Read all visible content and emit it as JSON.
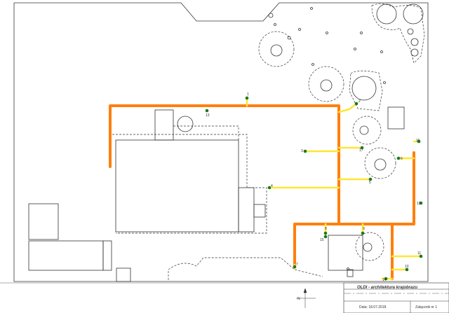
{
  "title_block": {
    "project": "OLDI - architektura krajobrazu",
    "date": "Data: 18.07.2018",
    "attachment": "Załącznik nr 1"
  },
  "north_label": "N",
  "colors": {
    "main_line": "#ff7f0e",
    "branch_line": "#ffe633",
    "point": "#1a7a1a",
    "outline": "#333333"
  },
  "points": [
    {
      "id": "1",
      "label": "1"
    },
    {
      "id": "2",
      "label": "2"
    },
    {
      "id": "3",
      "label": "3"
    },
    {
      "id": "4",
      "label": "4"
    },
    {
      "id": "5",
      "label": "5"
    },
    {
      "id": "6",
      "label": "6"
    },
    {
      "id": "7",
      "label": "7"
    },
    {
      "id": "8",
      "label": "8"
    },
    {
      "id": "9",
      "label": "9"
    },
    {
      "id": "10",
      "label": "10"
    },
    {
      "id": "11",
      "label": "11"
    },
    {
      "id": "12",
      "label": "12"
    },
    {
      "id": "13",
      "label": "13"
    },
    {
      "id": "14",
      "label": "14"
    },
    {
      "id": "15",
      "label": "15"
    },
    {
      "id": "16",
      "label": "16"
    },
    {
      "id": "17",
      "label": "17"
    }
  ]
}
